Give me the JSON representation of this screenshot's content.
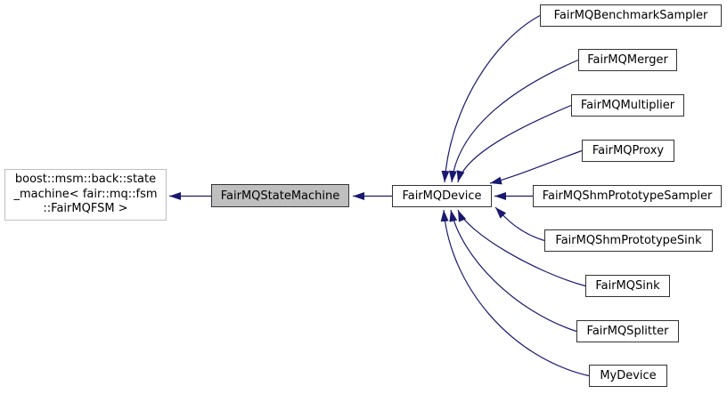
{
  "diagram": {
    "type": "class-inheritance-graph",
    "background": "#ffffff",
    "colors": {
      "edge": "#191970",
      "node_border": "#333333",
      "node_fill": "#ffffff",
      "current_node_fill": "#bfbfbf",
      "external_node_border": "#bfbfbf",
      "text": "#000000"
    },
    "nodes": {
      "external_base": {
        "lines": [
          "boost::msm::back::state",
          "_machine< fair::mq::fsm",
          "::FairMQFSM >"
        ]
      },
      "state_machine": {
        "label": "FairMQStateMachine"
      },
      "device": {
        "label": "FairMQDevice"
      },
      "derived": [
        {
          "label": "FairMQBenchmarkSampler"
        },
        {
          "label": "FairMQMerger"
        },
        {
          "label": "FairMQMultiplier"
        },
        {
          "label": "FairMQProxy"
        },
        {
          "label": "FairMQShmPrototypeSampler"
        },
        {
          "label": "FairMQShmPrototypeSink"
        },
        {
          "label": "FairMQSink"
        },
        {
          "label": "FairMQSplitter"
        },
        {
          "label": "MyDevice"
        }
      ]
    }
  }
}
